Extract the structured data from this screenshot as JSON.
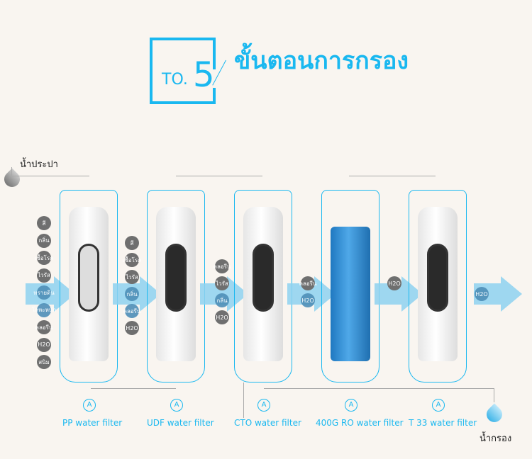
{
  "header": {
    "step_prefix": "TO.",
    "step_number": "5",
    "title": "ขั้นตอนการกรอง"
  },
  "input_label": "น้ำประปา",
  "output_label": "น้ำกรอง",
  "filters": [
    {
      "name": "PP water filter",
      "contaminants": [
        "สี",
        "กลิ่น",
        "เชื้อโรค",
        "ไวรัส",
        "ทรายดิน",
        "โลหะหนัก",
        "คลอรีน",
        "H2O",
        "สนิม"
      ]
    },
    {
      "name": "UDF water filter",
      "contaminants": [
        "สี",
        "เชื้อโรค",
        "ไวรัส",
        "กลิ่น",
        "คลอรีน",
        "H2O"
      ]
    },
    {
      "name": "CTO water filter",
      "contaminants": [
        "คลอรีน",
        "ไวรัส",
        "กลิ่น",
        "H2O"
      ]
    },
    {
      "name": "400G RO water filter",
      "contaminants": [
        "คลอรีน",
        "H2O"
      ]
    },
    {
      "name": "T 33 water filter",
      "contaminants": [
        "H2O"
      ]
    }
  ],
  "final_output": "H2O",
  "colors": {
    "accent": "#1ab8f0",
    "arrow": "#8fd2f1",
    "background": "#f9f5f0",
    "ro_membrane": "#2f8fd8"
  },
  "icons": {
    "filter_icon": "drop-a-icon",
    "input": "gray-water-drop-icon",
    "output": "blue-water-drop-icon"
  }
}
